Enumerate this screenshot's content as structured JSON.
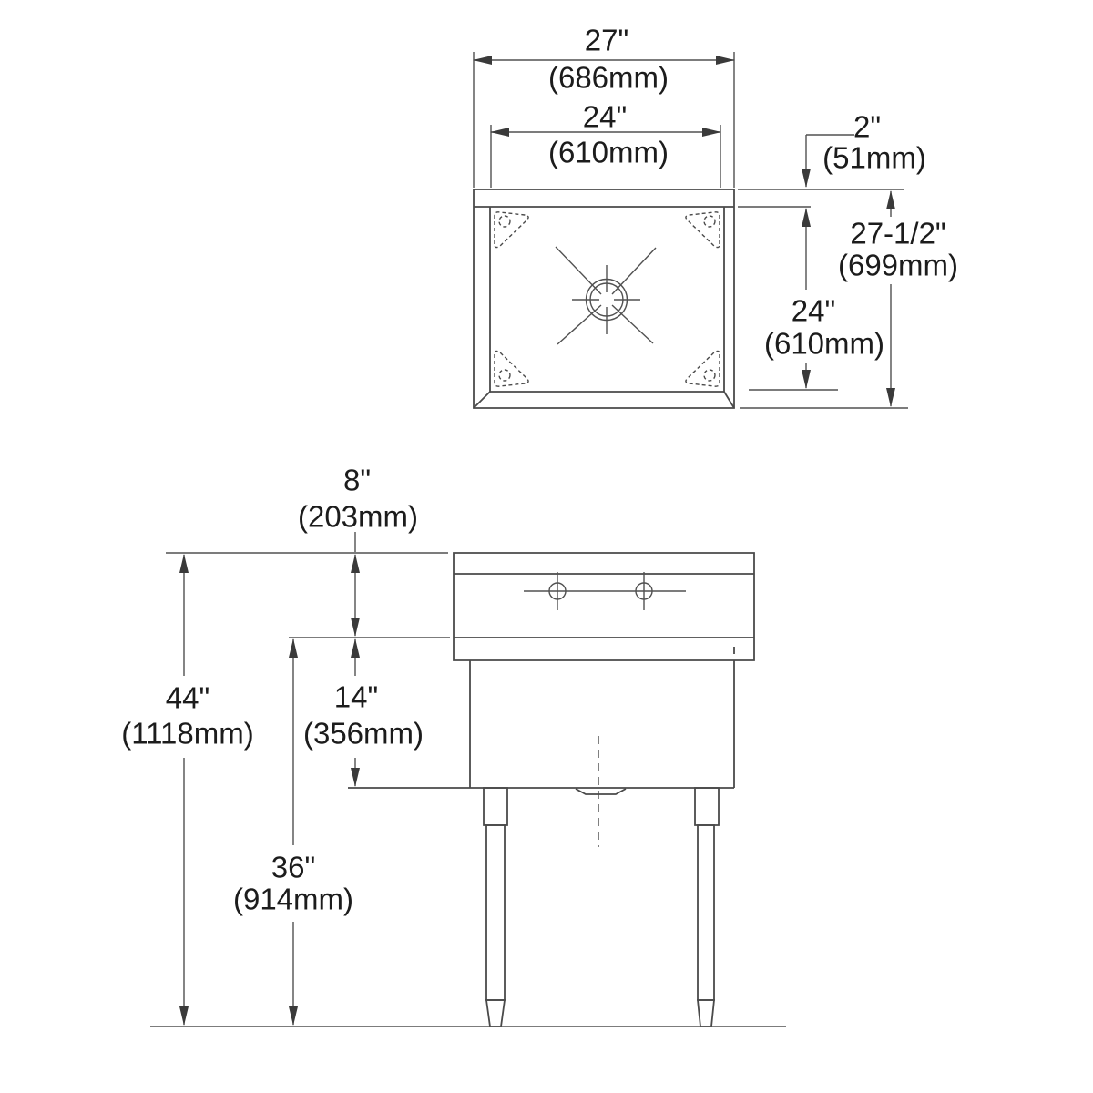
{
  "drawing": {
    "description": "Two-view dimensioned line drawing of a one-compartment utility sink (plan view and front elevation)",
    "top_view": {
      "overall_width": {
        "inches": "27\"",
        "metric": "(686mm)"
      },
      "bowl_width": {
        "inches": "24\"",
        "metric": "(610mm)"
      },
      "rear_ledge": {
        "inches": "2\"",
        "metric": "(51mm)"
      },
      "overall_depth": {
        "inches": "27-1/2\"",
        "metric": "(699mm)"
      },
      "bowl_depth": {
        "inches": "24\"",
        "metric": "(610mm)"
      }
    },
    "front_view": {
      "backsplash_height": {
        "inches": "8\"",
        "metric": "(203mm)"
      },
      "overall_height": {
        "inches": "44\"",
        "metric": "(1118mm)"
      },
      "bowl_height": {
        "inches": "14\"",
        "metric": "(356mm)"
      },
      "working_height": {
        "inches": "36\"",
        "metric": "(914mm)"
      }
    },
    "line_color": "#4a4a4a",
    "text_color": "#1c1c1c",
    "background": "#ffffff"
  }
}
